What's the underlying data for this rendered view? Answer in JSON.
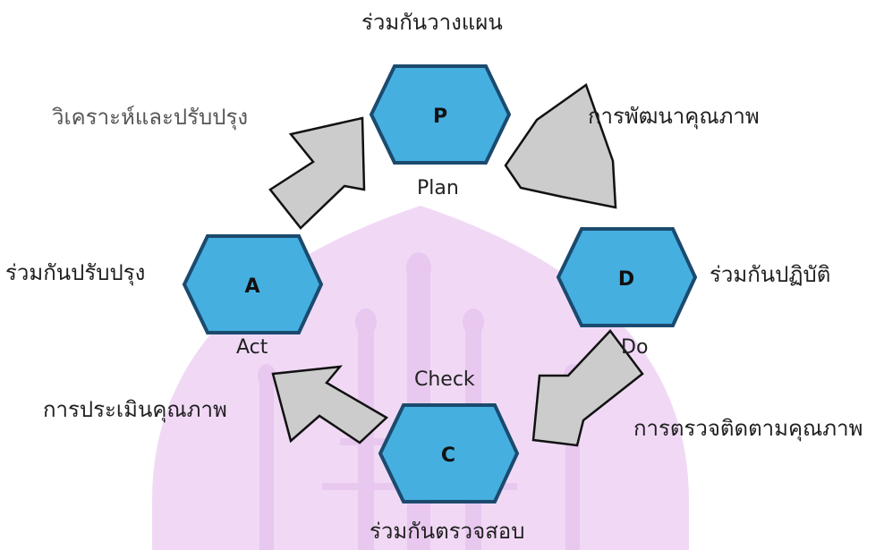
{
  "nodes": {
    "plan": {
      "letter": "P",
      "name": "Plan",
      "label": "ร่วมกันวางแผน"
    },
    "do": {
      "letter": "D",
      "name": "Do",
      "label": "ร่วมกันปฏิบัติ"
    },
    "check": {
      "letter": "C",
      "name": "Check",
      "label": "ร่วมกันตรวจสอบ"
    },
    "act": {
      "letter": "A",
      "name": "Act",
      "label": "ร่วมกันปรับปรุง"
    }
  },
  "arrows": {
    "plan_to_do": "การพัฒนาคุณภาพ",
    "do_to_check": "การตรวจติดตามคุณภาพ",
    "check_to_act": "การประเมินคุณภาพ",
    "act_to_plan": "วิเคราะห์และปรับปรุง"
  },
  "colors": {
    "hexagon_fill": "#45afe0",
    "hexagon_stroke": "#1b4a6e",
    "arrow_fill": "#cccccc",
    "arrow_stroke": "#111111",
    "watermark": "#f1d9f6"
  }
}
